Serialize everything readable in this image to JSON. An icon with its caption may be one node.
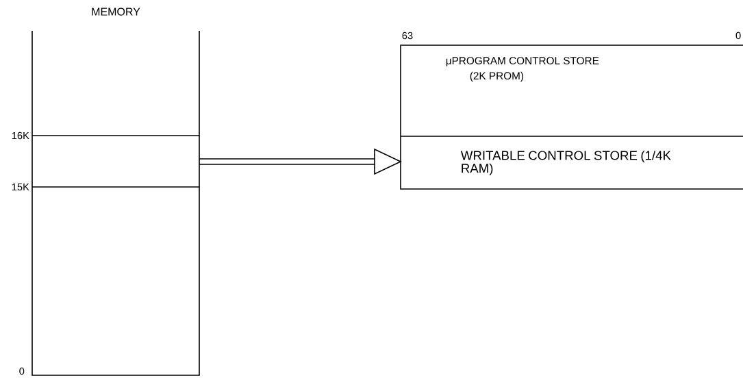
{
  "diagram": {
    "nodes": [
      {
        "text": [
          "MEMORY"
        ]
      },
      {
        "text": [],
        "shape": "band",
        "in": 0
      },
      {
        "text": [
          "μPROGRAM CONTROL STORE",
          "(2K PROM)"
        ],
        "beside": [
          "63",
          "0"
        ]
      },
      {
        "text": [
          "WRITABLE CONTROL STORE (1/4K RAM)"
        ]
      }
    ],
    "edges": [
      {
        "from": 1,
        "to": 3,
        "arrow": "to"
      }
    ],
    "labels": [
      "16K",
      "15K",
      "0"
    ]
  }
}
